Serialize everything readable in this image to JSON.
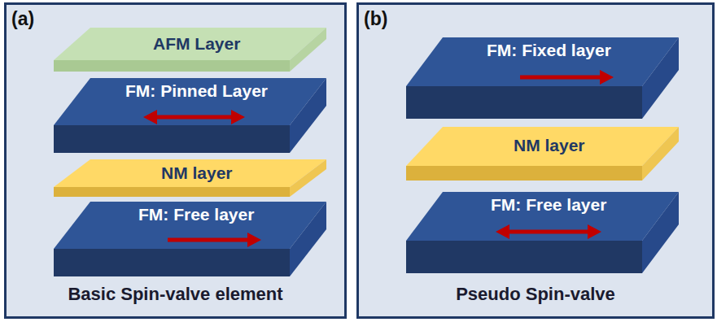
{
  "diagram": {
    "nodes": [
      {
        "text": [
          "(a)",
          "Basic Spin-valve element"
        ]
      },
      {
        "text": [
          "AFM Layer"
        ],
        "in": 0
      },
      {
        "text": [
          "FM: Pinned Layer"
        ],
        "in": 0
      },
      {
        "text": [
          "NM layer"
        ],
        "in": 0
      },
      {
        "text": [
          "FM: Free layer"
        ],
        "in": 0
      },
      {
        "text": [
          "(b)",
          "Pseudo Spin-valve"
        ]
      },
      {
        "text": [
          "FM: Fixed layer"
        ],
        "in": 5
      },
      {
        "text": [
          "NM layer"
        ],
        "in": 5
      },
      {
        "text": [
          "FM: Free layer"
        ],
        "in": 5
      }
    ]
  }
}
